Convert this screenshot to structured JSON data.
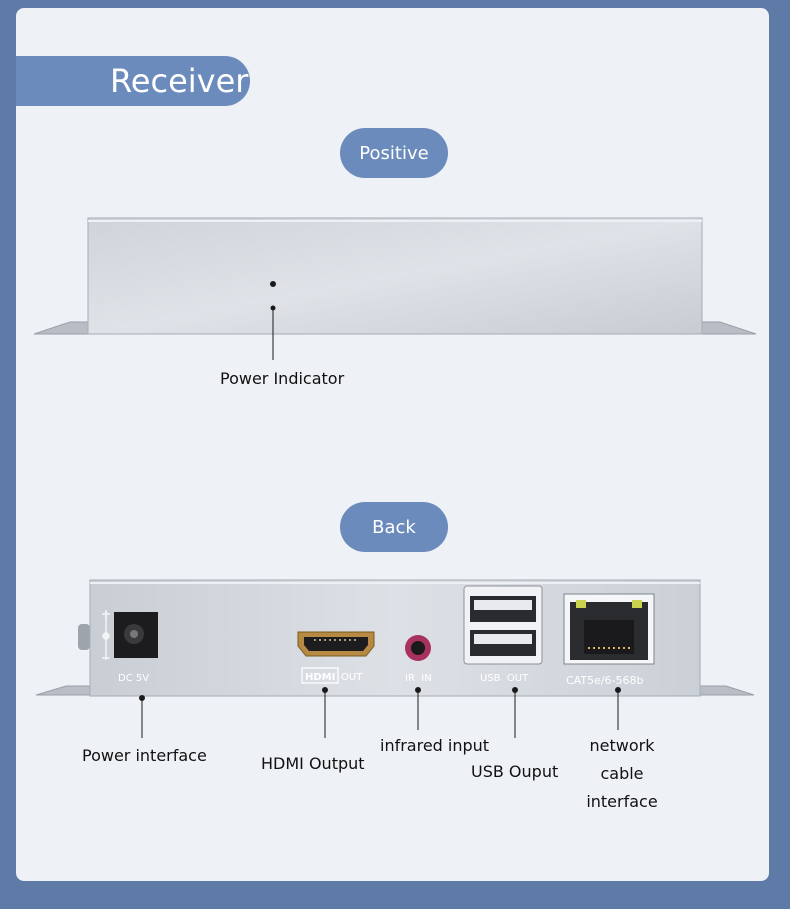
{
  "section_title": "Receiver",
  "front": {
    "pill": "Positive",
    "power_indicator": "Power Indicator"
  },
  "back": {
    "pill": "Back",
    "panel_text": {
      "dc": "DC 5V",
      "hdmi_tag": "HDMI",
      "hdmi_out": "OUT",
      "ir": "IR  IN",
      "usb": "USB  OUT",
      "cat": "CAT5e/6-568b"
    },
    "callouts": {
      "power_interface": "Power interface",
      "hdmi_output": "HDMI Output",
      "infrared_input": "infrared input",
      "usb_output": "USB Ouput",
      "network_line1": "network",
      "network_line2": "cable",
      "network_line3": "interface"
    }
  }
}
